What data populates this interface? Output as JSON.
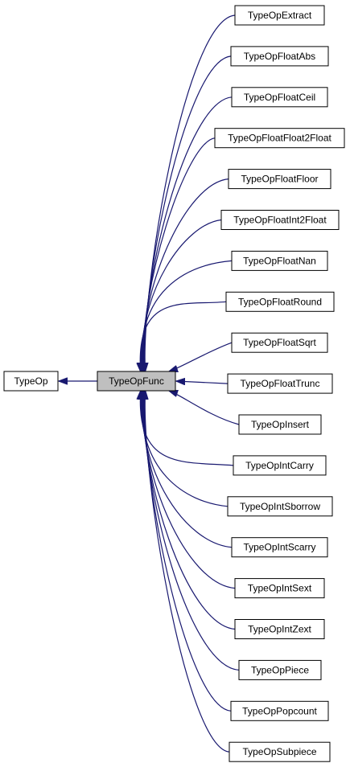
{
  "colors": {
    "edge": "#191970",
    "node_border": "#000000",
    "current_fill": "#bfbfbf"
  },
  "diagram": {
    "base": "TypeOp",
    "center": "TypeOpFunc",
    "children": [
      "TypeOpExtract",
      "TypeOpFloatAbs",
      "TypeOpFloatCeil",
      "TypeOpFloatFloat2Float",
      "TypeOpFloatFloor",
      "TypeOpFloatInt2Float",
      "TypeOpFloatNan",
      "TypeOpFloatRound",
      "TypeOpFloatSqrt",
      "TypeOpFloatTrunc",
      "TypeOpInsert",
      "TypeOpIntCarry",
      "TypeOpIntSborrow",
      "TypeOpIntScarry",
      "TypeOpIntSext",
      "TypeOpIntZext",
      "TypeOpPiece",
      "TypeOpPopcount",
      "TypeOpSubpiece"
    ]
  }
}
